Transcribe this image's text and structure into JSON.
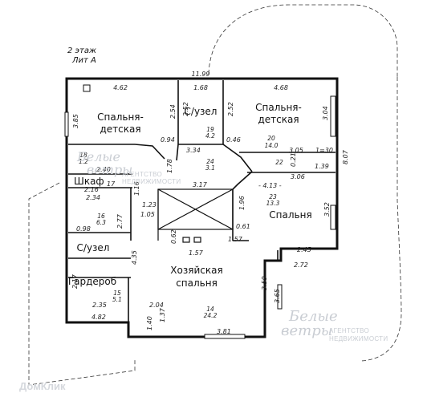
{
  "header": {
    "floor": "2 этаж",
    "lit": "Лит А"
  },
  "rooms": {
    "bedroom_kids_left": [
      "Спальня-",
      "детская"
    ],
    "bedroom_kids_right": [
      "Спальня-",
      "детская"
    ],
    "wc_top": "С/узел",
    "wardrobe_closet": "Шкаф",
    "bedroom": "Спальня",
    "wc_left": "С/узел",
    "dressing_room": "Гардероб",
    "master_bedroom": [
      "Хозяйская",
      "спальня"
    ]
  },
  "dimensions": {
    "d1199": "11.99",
    "d462": "4.62",
    "d168": "1.68",
    "d468": "4.68",
    "d385": "3.85",
    "d254": "2.54",
    "d252a": "2.52",
    "d252b": "2.52",
    "d304": "3.04",
    "d807": "8.07",
    "d094": "0.94",
    "d334": "3.34",
    "d046": "0.46",
    "d305": "3.05",
    "d130": "1=30",
    "d021": "0.21",
    "d178": "1.78",
    "d240": "2.40",
    "d216": "2.16",
    "d317": "3.17",
    "d306": "3.06",
    "d139": "1.39",
    "d116": "1.16",
    "d234": "2.34",
    "d123": "1.23",
    "d105": "1.05",
    "d196": "1.96",
    "d413": "- 4.13 -",
    "d277": "2.77",
    "d098": "0.98",
    "d062": "0.62",
    "d061": "0.61",
    "d157a": "1.57",
    "d157b": "1.57",
    "d245": "2.45",
    "d352": "3.52",
    "d272": "2.72",
    "d435": "4.35",
    "d217": "2.17",
    "d359": "3.59",
    "d365": "3.65",
    "d235": "2.35",
    "d204": "2.04",
    "d482": "4.82",
    "d140": "1.40",
    "d137": "1.37",
    "d381": "3.81",
    "d17": "17"
  },
  "areas": {
    "wc_top": [
      "19",
      "4.2"
    ],
    "kids_right": [
      "20",
      "14.0"
    ],
    "hall": [
      "24",
      "3.1"
    ],
    "corridor": [
      "22"
    ],
    "bedroom": [
      "23",
      "13.3"
    ],
    "closet": [
      "18",
      "1.2"
    ],
    "wc_left": [
      "16",
      "6.3"
    ],
    "dressing": [
      "15",
      "5.1"
    ],
    "master": [
      "14",
      "24.2"
    ]
  },
  "watermark": {
    "logo_line1": "Белые",
    "logo_line2": "ветры",
    "agency_line1": "АГЕНТСТВО",
    "agency_line2": "НЕДВИЖИМОСТИ"
  },
  "brand": "ДомКлик"
}
